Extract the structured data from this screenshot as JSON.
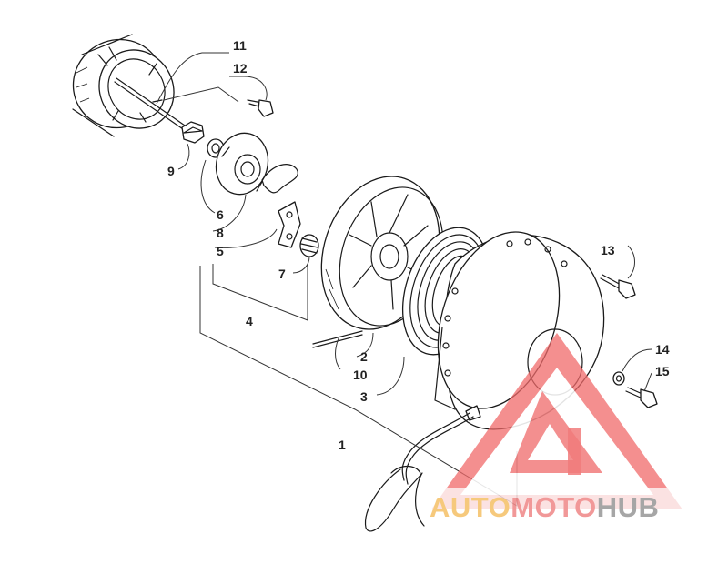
{
  "callouts": [
    {
      "id": "11",
      "text": "11"
    },
    {
      "id": "12",
      "text": "12"
    },
    {
      "id": "9",
      "text": "9"
    },
    {
      "id": "6",
      "text": "6"
    },
    {
      "id": "8",
      "text": "8"
    },
    {
      "id": "5",
      "text": "5"
    },
    {
      "id": "7",
      "text": "7"
    },
    {
      "id": "4",
      "text": "4"
    },
    {
      "id": "13",
      "text": "13"
    },
    {
      "id": "2",
      "text": "2"
    },
    {
      "id": "10",
      "text": "10"
    },
    {
      "id": "3",
      "text": "3"
    },
    {
      "id": "14",
      "text": "14"
    },
    {
      "id": "15",
      "text": "15"
    },
    {
      "id": "1",
      "text": "1"
    }
  ],
  "watermark": {
    "part1": "AUTO",
    "part2": "MOTO",
    "part3": "HUB",
    "color1": "#f5c26b",
    "color2": "#f08a8a",
    "color3": "#9a9a9a",
    "triangle_color": "#f06a6a"
  }
}
